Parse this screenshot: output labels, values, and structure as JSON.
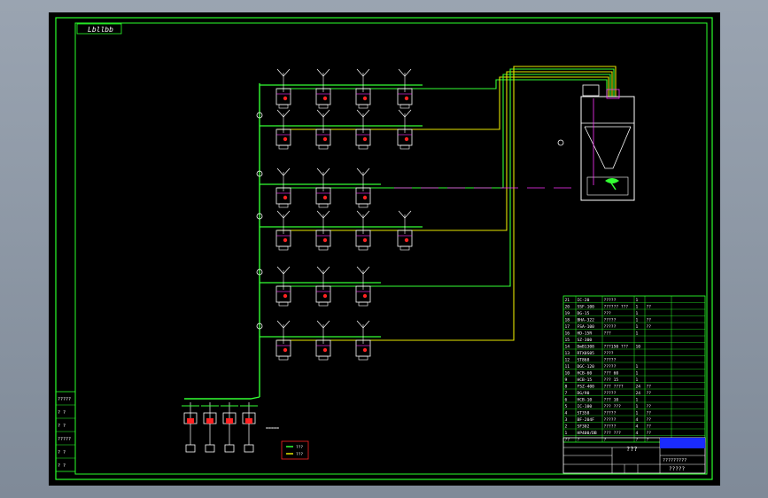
{
  "drawing": {
    "corner_label": "Lbllbb",
    "title_block_title": "???",
    "title_block_drawing_no": "?????",
    "title_block_caption": "?????????",
    "symbol_labels": [
      "???",
      "???"
    ],
    "dimension_text": "=====",
    "left_labels": [
      "?????",
      "?  ?",
      "?  ?",
      "?????",
      "?  ?",
      "?  ?"
    ]
  },
  "parts_list": {
    "rows": [
      {
        "no": "21",
        "code": "IC-20",
        "spec": "?????",
        "qty": "1",
        "note": ""
      },
      {
        "no": "20",
        "code": "SSF-100",
        "spec": "?????? ???",
        "qty": "1",
        "note": "??"
      },
      {
        "no": "19",
        "code": "DG-15",
        "spec": "???",
        "qty": "1",
        "note": ""
      },
      {
        "no": "18",
        "code": "BHA-322",
        "spec": "?????",
        "qty": "1",
        "note": "??"
      },
      {
        "no": "17",
        "code": "FSA-100",
        "spec": "?????",
        "qty": "1",
        "note": "??"
      },
      {
        "no": "16",
        "code": "HD-15R",
        "spec": "???",
        "qty": "1",
        "note": ""
      },
      {
        "no": "15",
        "code": "SZ-300",
        "spec": "",
        "qty": "",
        "note": ""
      },
      {
        "no": "14",
        "code": "DmB1308",
        "spec": "???150 ???",
        "qty": "10",
        "note": ""
      },
      {
        "no": "13",
        "code": "RTX0S05",
        "spec": "????",
        "qty": "",
        "note": ""
      },
      {
        "no": "12",
        "code": "ST868",
        "spec": "?????",
        "qty": "",
        "note": ""
      },
      {
        "no": "11",
        "code": "DGC-120",
        "spec": "?????",
        "qty": "1",
        "note": ""
      },
      {
        "no": "10",
        "code": "HCB-60",
        "spec": "??? 60",
        "qty": "1",
        "note": ""
      },
      {
        "no": "9",
        "code": "HCB-15",
        "spec": "??? 15",
        "qty": "1",
        "note": ""
      },
      {
        "no": "8",
        "code": "FSZ-400",
        "spec": "??? ????",
        "qty": "24",
        "note": "??"
      },
      {
        "no": "7",
        "code": "DG/90",
        "spec": "?????",
        "qty": "24",
        "note": "??"
      },
      {
        "no": "6",
        "code": "HCB-10",
        "spec": "??? 10",
        "qty": "1",
        "note": ""
      },
      {
        "no": "5",
        "code": "IC-100",
        "spec": "??? ???",
        "qty": "1",
        "note": "??"
      },
      {
        "no": "4",
        "code": "ST358",
        "spec": "?????",
        "qty": "1",
        "note": "??"
      },
      {
        "no": "3",
        "code": "BF-204F",
        "spec": "?????",
        "qty": "4",
        "note": "??"
      },
      {
        "no": "2",
        "code": "SF302",
        "spec": "?????",
        "qty": "4",
        "note": "??"
      },
      {
        "no": "1",
        "code": "HP400/DB",
        "spec": "??? ???",
        "qty": "4",
        "note": "??"
      },
      {
        "no": "??",
        "code": "?",
        "spec": "?",
        "qty": "?",
        "note": "?"
      }
    ]
  },
  "colors": {
    "frame": "#2aff2a",
    "pipe_green": "#33ff33",
    "pipe_yellow": "#e6e600",
    "pipe_magenta": "#ff33ff",
    "unit_white": "#ffffff",
    "accent_red": "#ff2222",
    "accent_blue": "#3344ff",
    "background": "#000000"
  }
}
